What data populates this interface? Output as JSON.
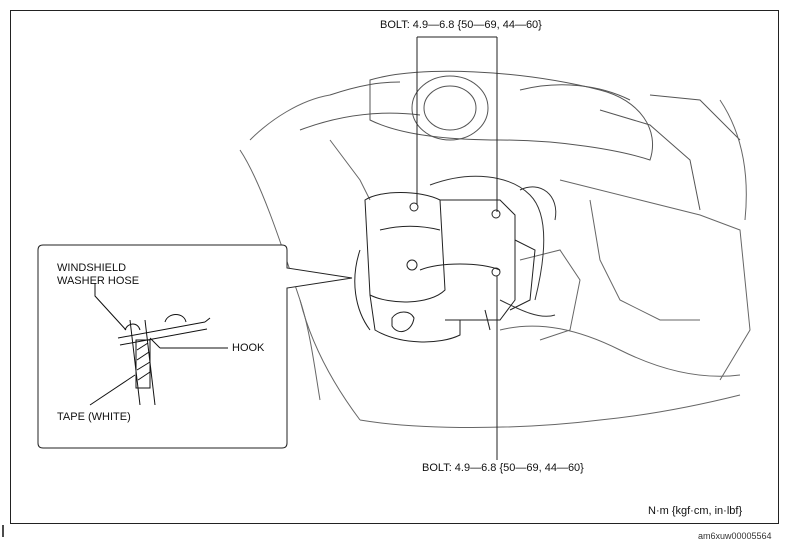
{
  "labels": {
    "bolt_top": "BOLT: 4.9—6.8 {50—69, 44—60}",
    "bolt_bottom": "BOLT: 4.9—6.8 {50—69, 44—60}",
    "hose_line1": "WINDSHIELD",
    "hose_line2": "WASHER HOSE",
    "hook": "HOOK",
    "tape": "TAPE (WHITE)",
    "units": "N·m {kgf·cm, in·lbf}",
    "figure_id": "am6xuw00005564"
  }
}
